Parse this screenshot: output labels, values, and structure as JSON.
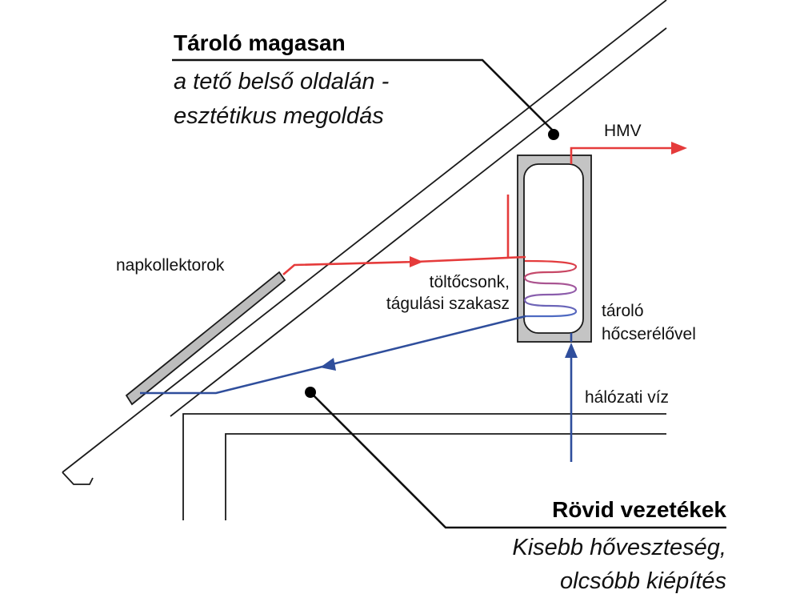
{
  "callout_top": {
    "title": "Tároló magasan",
    "line1": "a tető belső oldalán -",
    "line2": "esztétikus megoldás"
  },
  "callout_bottom": {
    "title": "Rövid vezetékek",
    "line1": "Kisebb hőveszteség,",
    "line2": "olcsóbb kiépítés"
  },
  "labels": {
    "collectors": "napkollektorok",
    "hmv": "HMV",
    "fill_line1": "töltőcsonk,",
    "fill_line2": "tágulási szakasz",
    "tank_line1": "tároló",
    "tank_line2": "hőcserélővel",
    "mains": "hálózati víz"
  },
  "colors": {
    "hot": "#e53b3b",
    "cold": "#2f4e9c",
    "outline": "#1a1a1a",
    "collector_fill": "#bdbdbd"
  }
}
